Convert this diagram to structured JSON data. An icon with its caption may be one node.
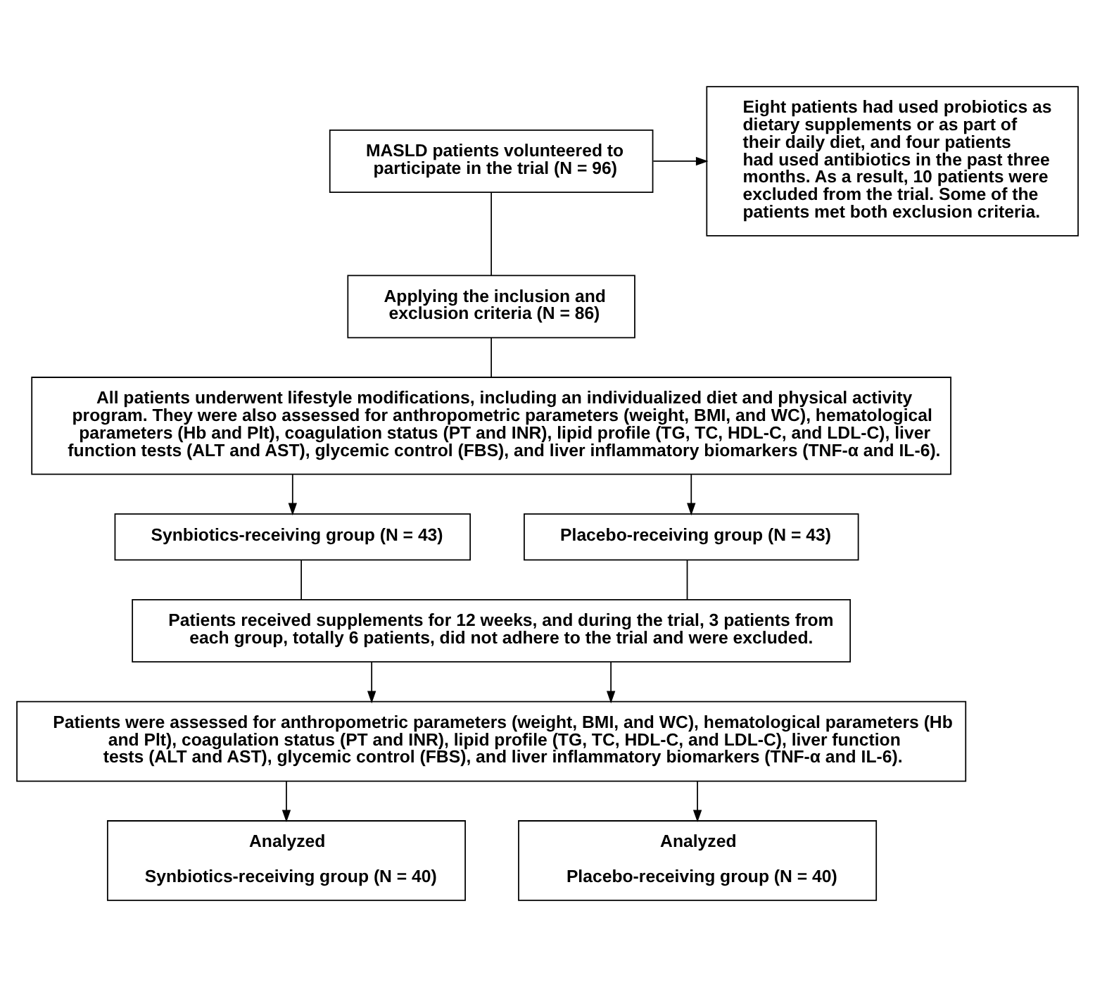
{
  "diagram": {
    "nodes": [
      {
        "text": [
          "MASLD patients volunteered to participate in the trial (N = 96)"
        ]
      },
      {
        "text": [
          "Eight patients had used probiotics as dietary supplements or as part of their daily diet, and four patients had used antibiotics in the past three months. As a result, 10 patients were excluded from the trial. Some of the patients met both exclusion criteria."
        ]
      },
      {
        "text": [
          "Applying the inclusion and exclusion criteria (N = 86)"
        ]
      },
      {
        "text": [
          "All patients underwent lifestyle modifications, including an individualized diet and physical activity program. They were also assessed for anthropometric parameters (weight, BMI, and WC), hematological parameters (Hb and Plt), coagulation status (PT and INR), lipid profile (TG, TC, HDL-C, and LDL-C), liver function tests (ALT and AST), glycemic control (FBS), and liver inflammatory biomarkers (TNF-α and IL-6)."
        ]
      },
      {
        "text": [
          "Synbiotics-receiving group (N = 43)"
        ]
      },
      {
        "text": [
          "Placebo-receiving group (N = 43)"
        ]
      },
      {
        "text": [
          "Patients received supplements for 12 weeks, and during the trial, 3 patients from each group, totally 6 patients, did not adhere to the trial and were excluded."
        ]
      },
      {
        "text": [
          "Patients were assessed for anthropometric parameters (weight, BMI, and WC), hematological parameters (Hb and Plt), coagulation status (PT and INR), lipid profile (TG, TC, HDL-C, and LDL-C), liver function tests (ALT and AST), glycemic control (FBS), and liver inflammatory biomarkers (TNF-α and IL-6)."
        ]
      },
      {
        "text": [
          "Analyzed",
          "Synbiotics-receiving group (N = 40)"
        ]
      },
      {
        "text": [
          "Analyzed",
          "Placebo-receiving group (N = 40)"
        ]
      }
    ],
    "edges": [
      {
        "from": 0,
        "to": 2,
        "arrow": "none"
      },
      {
        "from": 0,
        "to": 1,
        "arrow": "to"
      },
      {
        "from": 2,
        "to": 3,
        "arrow": "none"
      },
      {
        "from": 3,
        "to": 4,
        "arrow": "to"
      },
      {
        "from": 3,
        "to": 5,
        "arrow": "to"
      },
      {
        "from": 4,
        "to": 6,
        "arrow": "none"
      },
      {
        "from": 5,
        "to": 6,
        "arrow": "none"
      },
      {
        "from": 6,
        "to": 7,
        "arrow": "to"
      },
      {
        "from": 6,
        "to": 7,
        "arrow": "to"
      },
      {
        "from": 7,
        "to": 8,
        "arrow": "to"
      },
      {
        "from": 7,
        "to": 9,
        "arrow": "to"
      }
    ]
  }
}
